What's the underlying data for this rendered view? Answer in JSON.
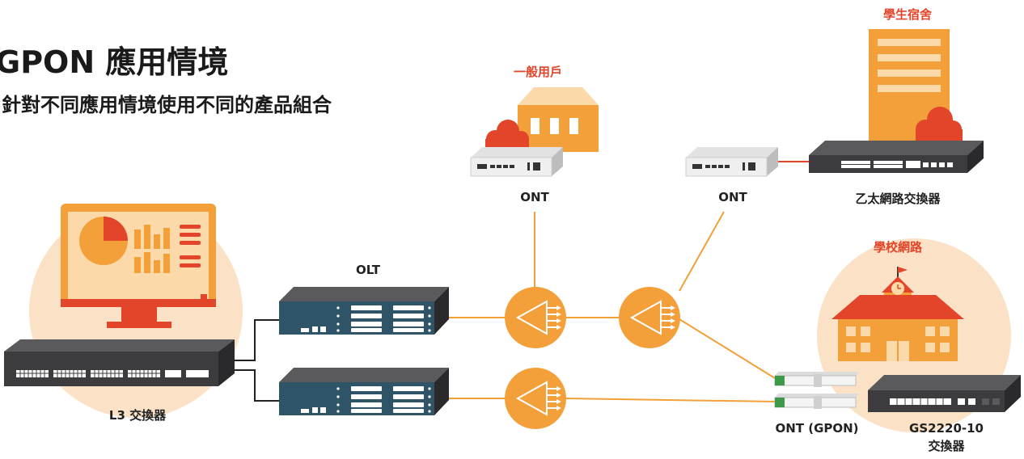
{
  "title": "GPON 應用情境",
  "subtitle": "針對不同應用情境使用不同的產品組合",
  "labels": {
    "l3_switch": "L3 交換器",
    "olt": "OLT",
    "ont_home": "ONT",
    "ont_dorm": "ONT",
    "ont_gpon": "ONT (GPON)",
    "gs2220_model": "GS2220-10",
    "gs2220_type": "交換器",
    "ethernet_switch": "乙太網路交換器"
  },
  "categories": {
    "home": "一般用戶",
    "dorm": "學生宿舍",
    "school": "學校網路"
  },
  "colors": {
    "orange": "#f3a03a",
    "red": "#e2452a",
    "peach": "#fbe2c6",
    "device_dark": "#3c3c3e",
    "olt_blue": "#2f5468"
  }
}
